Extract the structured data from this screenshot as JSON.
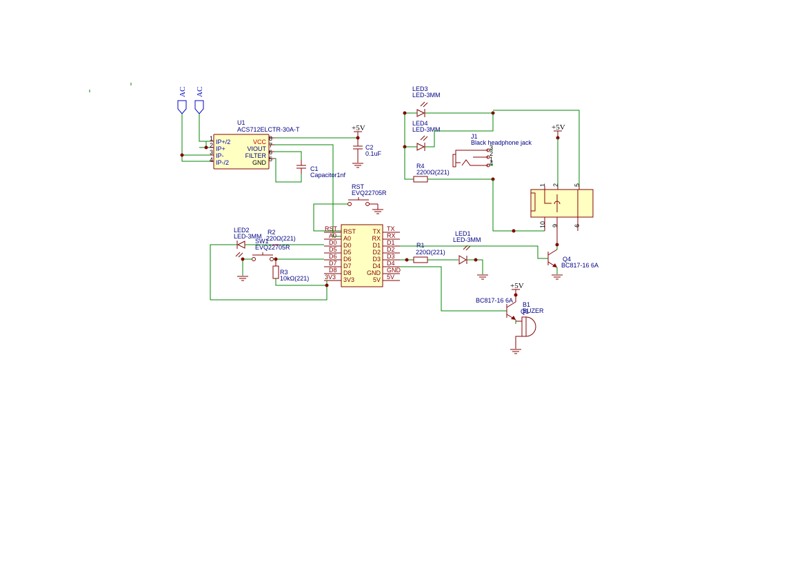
{
  "schematic": {
    "power_labels": {
      "ac_1": "AC",
      "ac_2": "AC",
      "vcc_c2": "+5V",
      "vcc_q4": "+5V",
      "vcc_q_buzzer": "+5V"
    },
    "u1": {
      "ref": "U1",
      "value": "ACS712ELCTR-30A-T",
      "pins_left": [
        {
          "num": "1",
          "name": "IP+/2"
        },
        {
          "num": "2",
          "name": "IP+"
        },
        {
          "num": "3",
          "name": "IP-"
        },
        {
          "num": "4",
          "name": "IP-/2"
        }
      ],
      "pins_right": [
        {
          "num": "8",
          "name": "VCC"
        },
        {
          "num": "7",
          "name": "VIOUT"
        },
        {
          "num": "6",
          "name": "FILTER"
        },
        {
          "num": "5",
          "name": "GND"
        }
      ]
    },
    "c1": {
      "ref": "C1",
      "value": "Capacitor1nf"
    },
    "c2": {
      "ref": "C2",
      "value": "0.1uF"
    },
    "rst_switch": {
      "ref": "RST",
      "value": "EVQ22705R"
    },
    "sw1": {
      "ref": "SW1",
      "value": "EVQ22705R"
    },
    "mcu": {
      "left_labels": [
        "RST",
        "A0",
        "D0",
        "D5",
        "D6",
        "D7",
        "D8",
        "3V3"
      ],
      "left_names": [
        "RST",
        "A0",
        "D0",
        "D5",
        "D6",
        "D7",
        "D8",
        "3V3"
      ],
      "right_names": [
        "TX",
        "RX",
        "D1",
        "D2",
        "D3",
        "D4",
        "GND",
        "5V"
      ],
      "right_labels": [
        "TX",
        "RX",
        "D1",
        "D2",
        "D3",
        "D4",
        "GND",
        "5V"
      ]
    },
    "led1": {
      "ref": "LED1",
      "value": "LED-3MM"
    },
    "led2": {
      "ref": "LED2",
      "value": "LED-3MM"
    },
    "led3": {
      "ref": "LED3",
      "value": "LED-3MM"
    },
    "led4": {
      "ref": "LED4",
      "value": "LED-3MM"
    },
    "r1": {
      "ref": "R1",
      "value": "220Ω(221)"
    },
    "r2": {
      "ref": "R2",
      "value": "220Ω(221)"
    },
    "r3": {
      "ref": "R3",
      "value": "10kΩ(221)"
    },
    "r4": {
      "ref": "R4",
      "value": "2200Ω(221)"
    },
    "j1": {
      "ref": "J1",
      "value": "Black headphone jack",
      "pins": [
        "3",
        "2",
        "1",
        "4"
      ]
    },
    "q4": {
      "ref": "Q4",
      "value": "BC817-16 6A"
    },
    "q_buzzer": {
      "value": "BC817-16 6A",
      "ref_overlap": "Q1"
    },
    "b1": {
      "ref": "B1",
      "value": "BUZER"
    },
    "connector": {
      "pins_top": [
        "1",
        "2",
        "5"
      ],
      "pins_bottom": [
        "10",
        "9",
        "6"
      ]
    }
  }
}
